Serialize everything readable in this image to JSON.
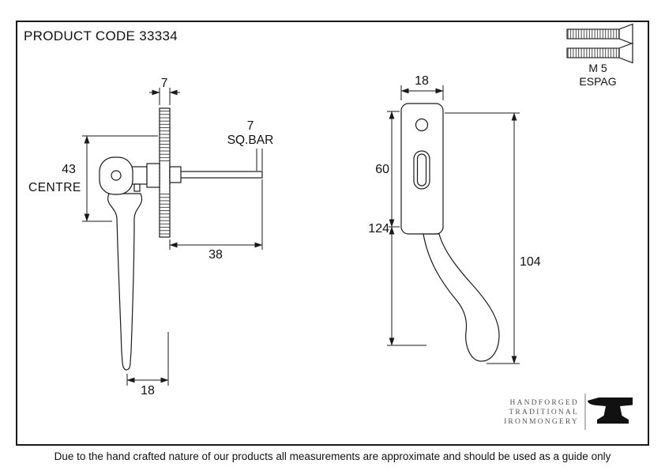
{
  "colors": {
    "ink": "#1a1a1a",
    "paper": "#ffffff"
  },
  "document": {
    "product_code": "PRODUCT CODE 33334",
    "disclaimer": "Due to the hand crafted nature of our products all measurements are approximate and should be used as a guide only"
  },
  "screw": {
    "size": "M 5",
    "type": "ESPAG"
  },
  "side_view": {
    "plate_thickness": "7",
    "centre_value": "43",
    "centre_label": "CENTRE",
    "bar_size": "7",
    "bar_size_label": "SQ.BAR",
    "bar_length": "38",
    "tip_offset": "18"
  },
  "front_view": {
    "plate_width": "18",
    "hole_centres": "60",
    "plate_length": "124",
    "handle_length": "104"
  },
  "branding": {
    "line1": "HANDFORGED",
    "line2": "TRADITIONAL",
    "line3": "IRONMONGERY"
  }
}
